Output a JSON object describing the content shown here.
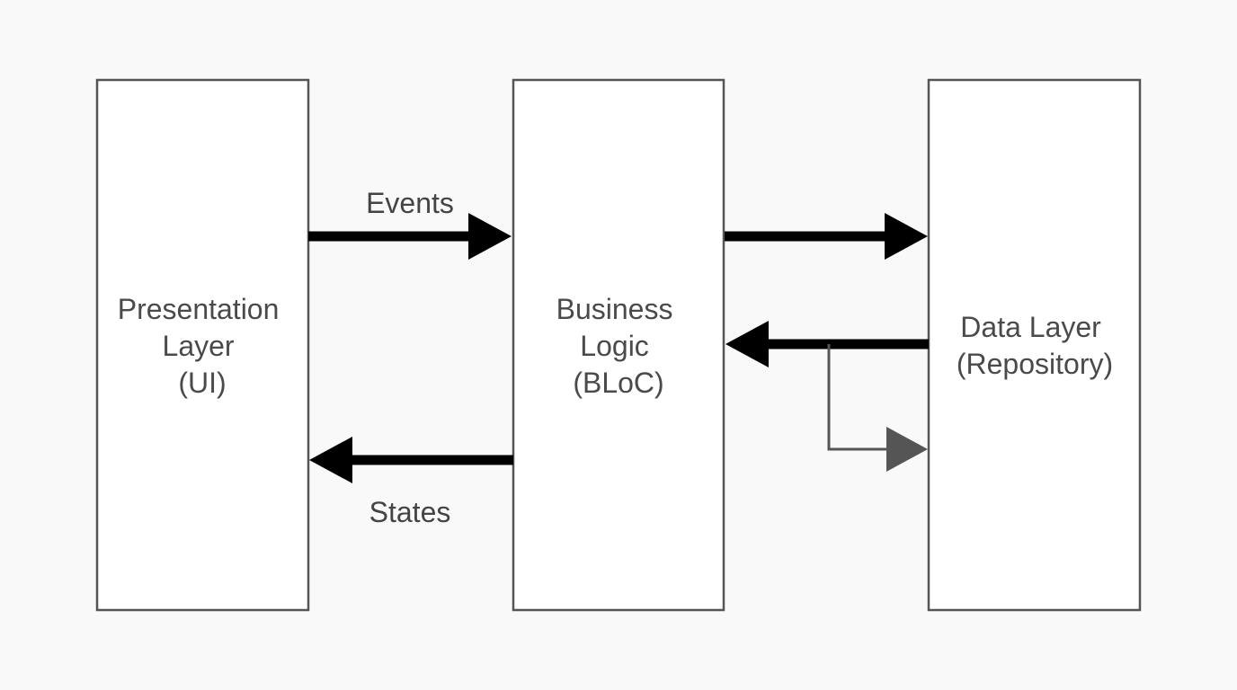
{
  "diagram": {
    "boxes": {
      "presentation": {
        "lines": [
          "Presentation",
          "Layer",
          "(UI)"
        ]
      },
      "business": {
        "lines": [
          "Business",
          "Logic",
          "(BLoC)"
        ]
      },
      "data": {
        "lines": [
          "Data Layer",
          "(Repository)"
        ]
      }
    },
    "edges": {
      "events": {
        "label": "Events"
      },
      "states": {
        "label": "States"
      }
    },
    "colors": {
      "background": "#f9f9f9",
      "box_fill": "#ffffff",
      "box_stroke": "#555555",
      "text": "#4a4a4a",
      "thick_arrow": "#000000",
      "thin_arrow": "#555555"
    }
  }
}
